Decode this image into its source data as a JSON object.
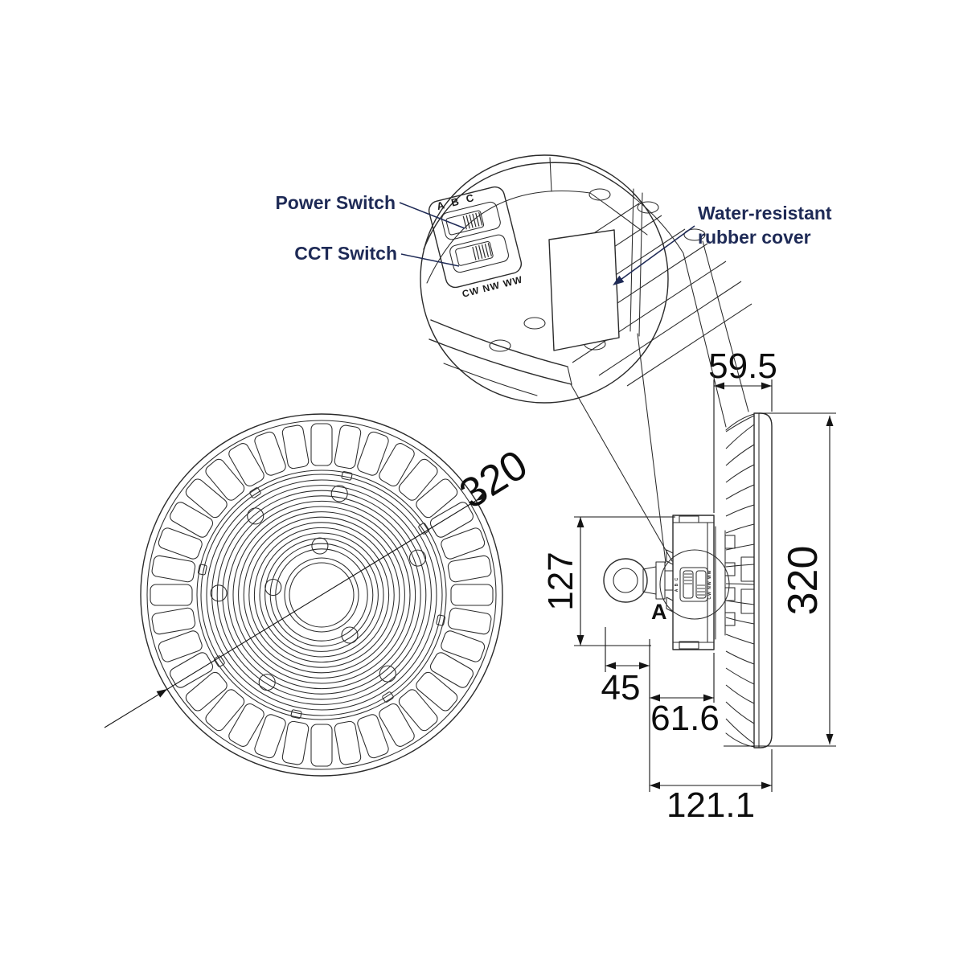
{
  "drawing": {
    "labels": {
      "power_switch": "Power Switch",
      "cct_switch": "CCT Switch",
      "rubber_cover_line1": "Water-resistant",
      "rubber_cover_line2": "rubber cover",
      "detail_marker": "A"
    },
    "switch_panel": {
      "power_positions": "A  B  C",
      "cct_positions": "CW NW WW"
    },
    "dimensions": {
      "front_diameter": "320",
      "head_depth": "59.5",
      "bracket_height": "127",
      "side_height": "320",
      "eyebolt_length": "45",
      "bracket_depth": "61.6",
      "total_depth": "121.1"
    },
    "colors": {
      "background": "#ffffff",
      "line_art": "#2b2b2b",
      "dimension_text": "#0d0d0d",
      "label_text": "#1e2a56"
    }
  }
}
